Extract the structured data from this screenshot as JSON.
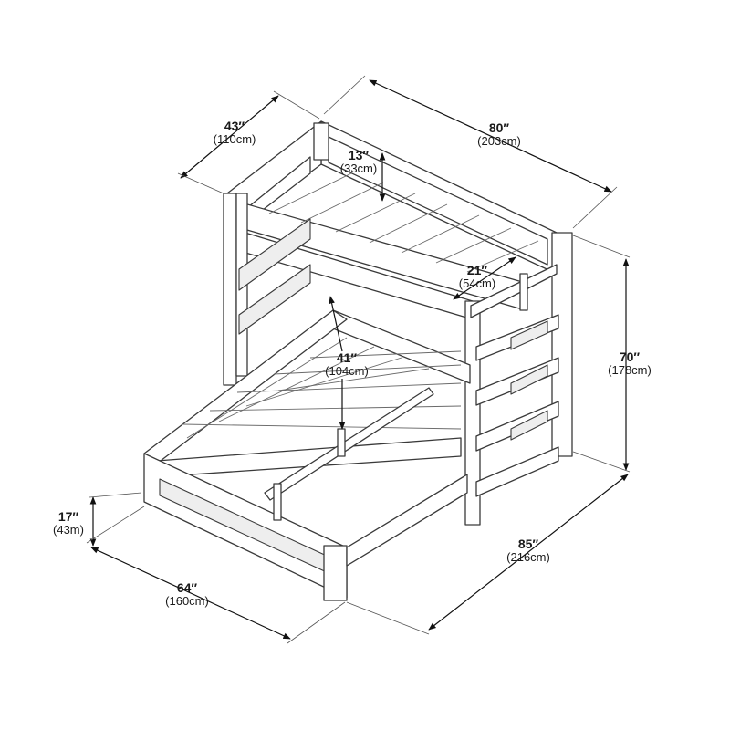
{
  "dimensions": {
    "width_top": {
      "in": "80″",
      "cm": "(203cm)"
    },
    "depth_top": {
      "in": "43″",
      "cm": "(110cm)"
    },
    "guardrail_height": {
      "in": "13″",
      "cm": "(33cm)"
    },
    "ladder_opening": {
      "in": "21″",
      "cm": "(54cm)"
    },
    "clearance": {
      "in": "41″",
      "cm": "(104cm)"
    },
    "total_height": {
      "in": "70″",
      "cm": "(178cm)"
    },
    "bottom_height": {
      "in": "17″",
      "cm": "(43m)"
    },
    "bottom_width": {
      "in": "64″",
      "cm": "(160cm)"
    },
    "total_length": {
      "in": "85″",
      "cm": "(216cm)"
    }
  },
  "colors": {
    "line": "#3a3a3a",
    "fill": "#ffffff",
    "shade": "#eeeeee"
  }
}
